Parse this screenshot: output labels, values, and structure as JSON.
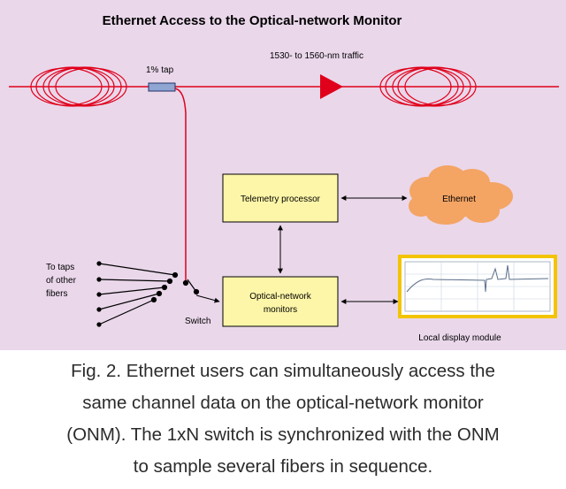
{
  "diagram": {
    "title": "Ethernet Access to the Optical-network Monitor",
    "tap_label": "1% tap",
    "traffic_label": "1530- to 1560-nm traffic",
    "telemetry_label": "Telemetry processor",
    "ethernet_label": "Ethernet",
    "onm_label_line1": "Optical-network",
    "onm_label_line2": "monitors",
    "other_fibers_line1": "To taps",
    "other_fibers_line2": "of other",
    "other_fibers_line3": "fibers",
    "switch_label": "Switch",
    "display_label": "Local display module"
  },
  "caption": {
    "line1": "Fig. 2. Ethernet users can simultaneously access the",
    "line2": "same channel data on the optical-network monitor",
    "line3": "(ONM). The 1xN switch is synchronized with the ONM",
    "line4": "to sample several fibers in sequence."
  },
  "colors": {
    "background": "#ead7ea",
    "fiber": "#e0001b",
    "box_fill": "#fdf6a8",
    "ethernet_cloud": "#f4a463",
    "tap_fill": "#8fa6d2",
    "display_border": "#f3c400"
  }
}
